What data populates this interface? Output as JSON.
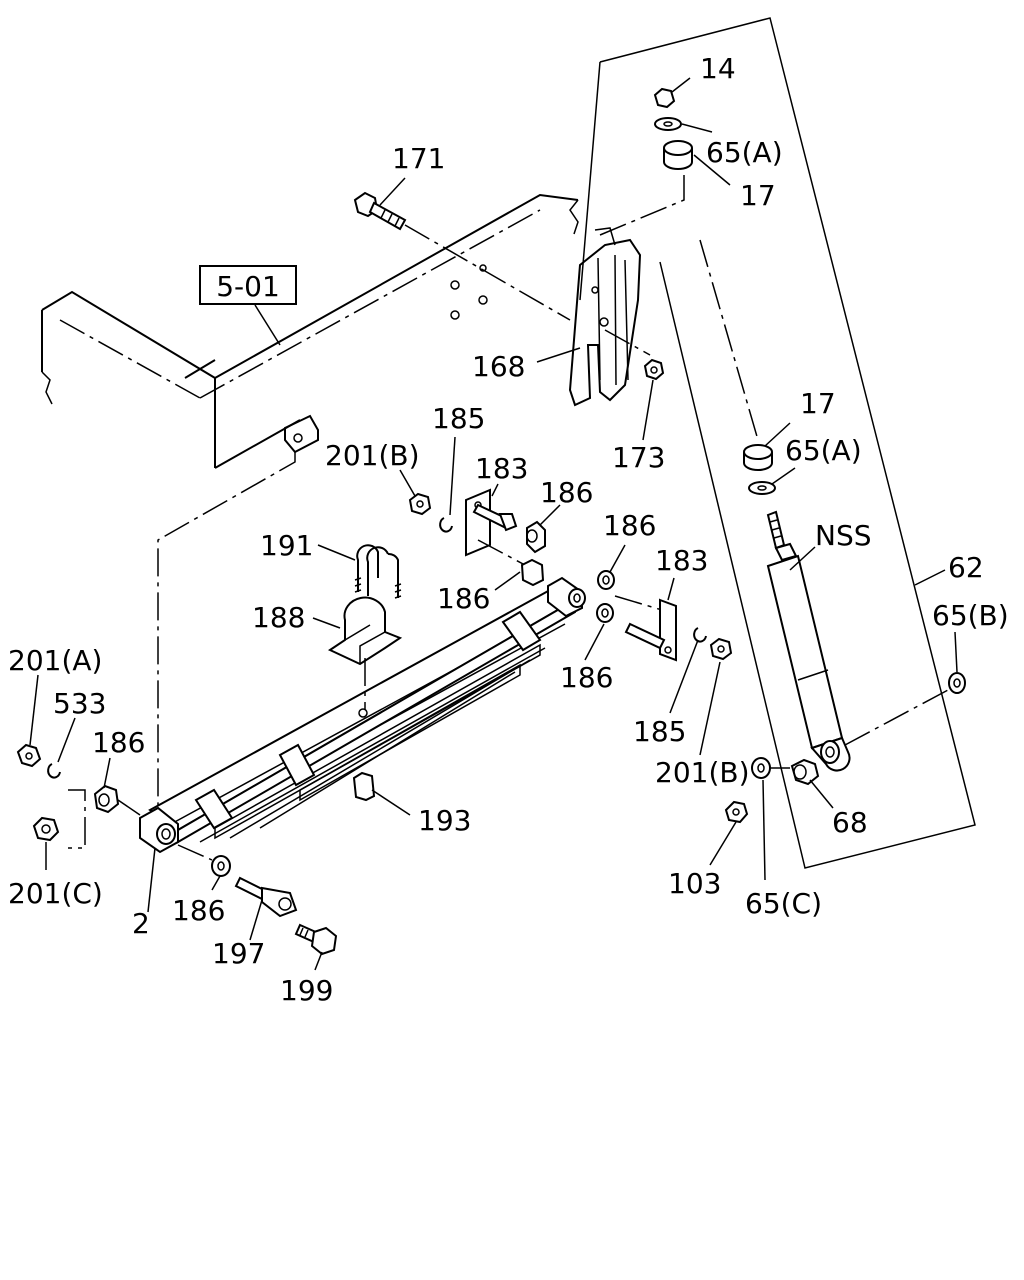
{
  "ref_box": "5-01",
  "labels": {
    "l14": "14",
    "l65a_top": "65(A)",
    "l17_top": "17",
    "l171": "171",
    "l168": "168",
    "l173": "173",
    "l17_mid": "17",
    "l65a_mid": "65(A)",
    "l185_top": "185",
    "l201b_left": "201(B)",
    "l183_left": "183",
    "l186_a": "186",
    "l186_b": "186",
    "l186_c": "186",
    "l183_right": "183",
    "l186_d": "186",
    "l191": "191",
    "l188": "188",
    "lnss": "NSS",
    "l62": "62",
    "l65b": "65(B)",
    "l201a": "201(A)",
    "l533": "533",
    "l186_e": "186",
    "l185_bot": "185",
    "l201b_right": "201(B)",
    "l193": "193",
    "l68": "68",
    "l103": "103",
    "l65c": "65(C)",
    "l201c": "201(C)",
    "l2": "2",
    "l186_f": "186",
    "l197": "197",
    "l199": "199"
  }
}
